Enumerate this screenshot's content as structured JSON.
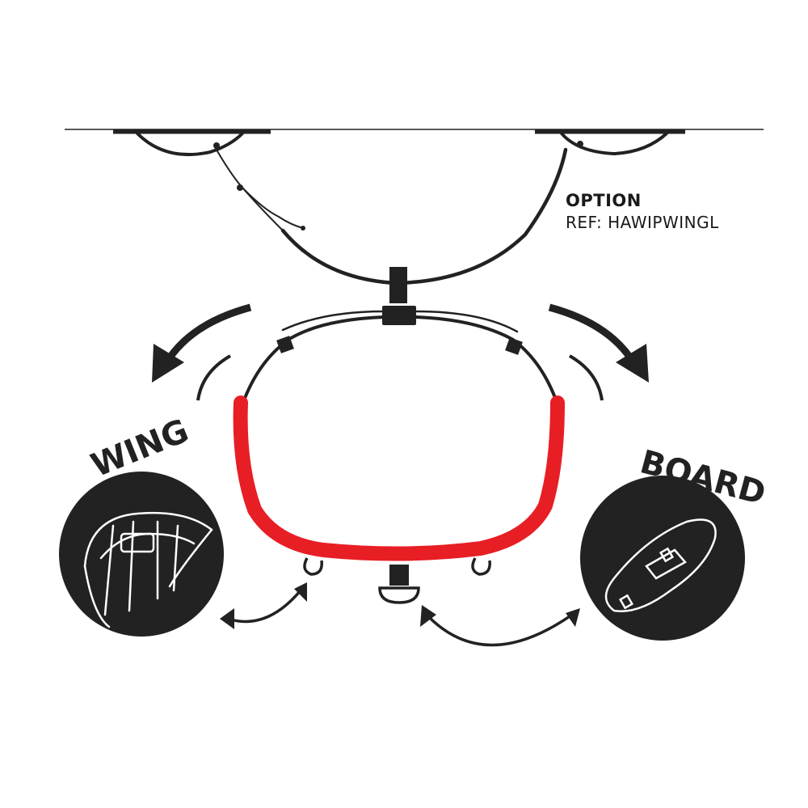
{
  "option": {
    "title": "OPTION",
    "ref": "REF: HAWIPWINGL"
  },
  "targets": {
    "wing": {
      "label": "WING",
      "icon": "wing-icon"
    },
    "board": {
      "label": "BOARD",
      "icon": "board-icon"
    }
  },
  "colors": {
    "ink": "#222222",
    "strap": "#e81e25",
    "background": "#ffffff"
  }
}
